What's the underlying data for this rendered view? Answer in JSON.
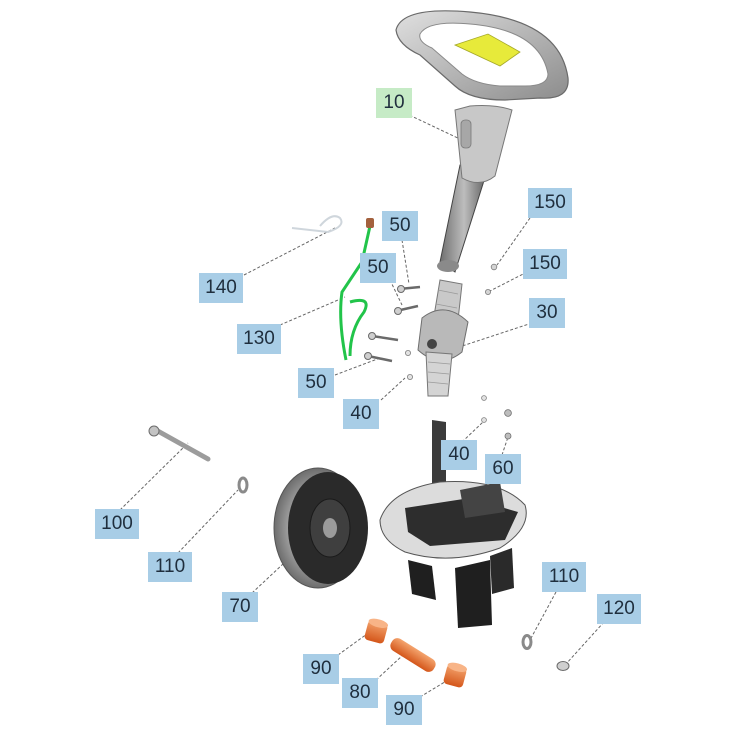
{
  "diagram": {
    "callouts": [
      {
        "id": "c10",
        "label": "10",
        "highlighted": true
      },
      {
        "id": "c150a",
        "label": "150"
      },
      {
        "id": "c150b",
        "label": "150"
      },
      {
        "id": "c50a",
        "label": "50"
      },
      {
        "id": "c50b",
        "label": "50"
      },
      {
        "id": "c140",
        "label": "140"
      },
      {
        "id": "c30",
        "label": "30"
      },
      {
        "id": "c130",
        "label": "130"
      },
      {
        "id": "c50c",
        "label": "50"
      },
      {
        "id": "c40a",
        "label": "40"
      },
      {
        "id": "c40b",
        "label": "40"
      },
      {
        "id": "c60",
        "label": "60"
      },
      {
        "id": "c100",
        "label": "100"
      },
      {
        "id": "c110a",
        "label": "110"
      },
      {
        "id": "c70",
        "label": "70"
      },
      {
        "id": "c110b",
        "label": "110"
      },
      {
        "id": "c120",
        "label": "120"
      },
      {
        "id": "c90a",
        "label": "90"
      },
      {
        "id": "c80",
        "label": "80"
      },
      {
        "id": "c90b",
        "label": "90"
      }
    ],
    "colors": {
      "callout_bg": "#a8cde6",
      "callout_highlight": "#c6ebc6",
      "leader": "#666666",
      "part_gray": "#b5b5b5",
      "part_dark": "#2b2b2b",
      "cable_green": "#22c44a",
      "bushing_orange": "#e8702a",
      "display_yellow": "#e7ea3a"
    }
  }
}
